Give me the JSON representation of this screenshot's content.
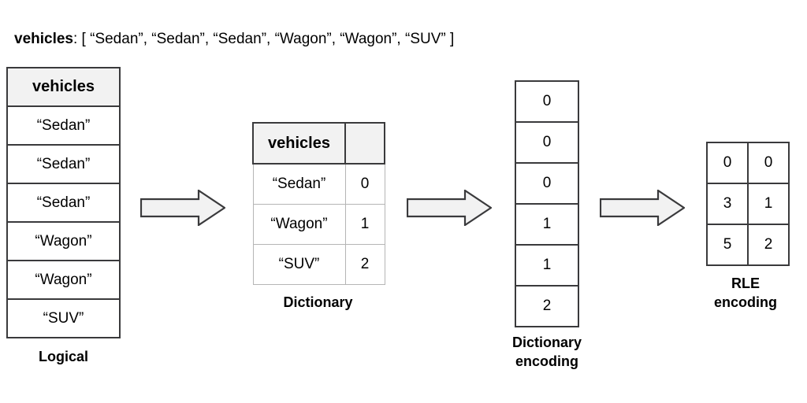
{
  "caption": {
    "varname": "vehicles",
    "rest": ": [ “Sedan”, “Sedan”, “Sedan”, “Wagon”, “Wagon”, “SUV” ]"
  },
  "logical": {
    "caption": "Logical",
    "header": "vehicles",
    "rows": [
      "“Sedan”",
      "“Sedan”",
      "“Sedan”",
      "“Wagon”",
      "“Wagon”",
      "“SUV”"
    ]
  },
  "dictionary": {
    "caption": "Dictionary",
    "headers": [
      "vehicles",
      ""
    ],
    "rows": [
      [
        "“Sedan”",
        "0"
      ],
      [
        "“Wagon”",
        "1"
      ],
      [
        "“SUV”",
        "2"
      ]
    ]
  },
  "dictionary_encoding": {
    "caption": "Dictionary\nencoding",
    "values": [
      "0",
      "0",
      "0",
      "1",
      "1",
      "2"
    ]
  },
  "rle_encoding": {
    "caption": "RLE\nencoding",
    "rows": [
      [
        "0",
        "0"
      ],
      [
        "3",
        "1"
      ],
      [
        "5",
        "2"
      ]
    ]
  },
  "arrows": [
    {
      "name": "arrow-logical-to-dictionary",
      "direction": "right"
    },
    {
      "name": "arrow-dictionary-to-dictionary-encoding",
      "direction": "right"
    },
    {
      "name": "arrow-dictionary-encoding-to-rle",
      "direction": "right"
    }
  ],
  "colors": {
    "background": "#ffffff",
    "text": "#000000",
    "border_dark": "#3a3a3c",
    "border_light": "#b5b5b5",
    "header_fill": "#f2f2f2",
    "arrow_fill": "#f2f2f2",
    "arrow_stroke": "#3a3a3c"
  }
}
